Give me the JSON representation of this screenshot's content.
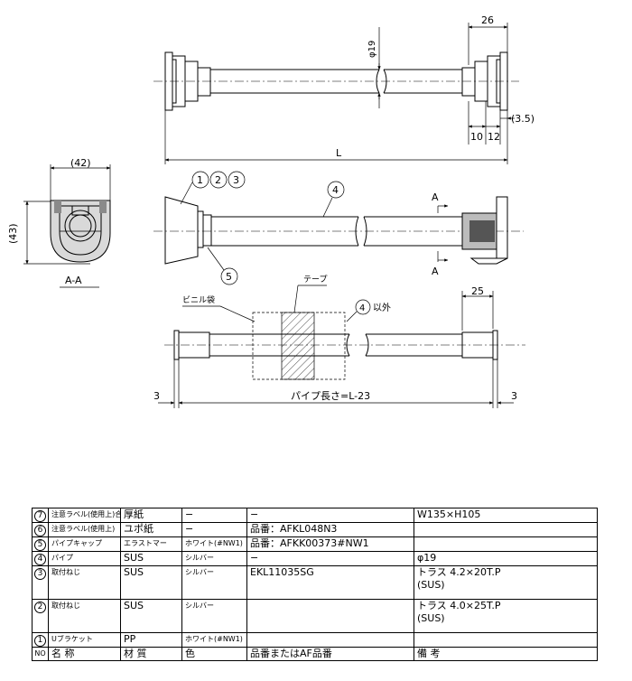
{
  "drawing": {
    "top_view": {
      "dim_diameter": "φ19",
      "dim_width": "26",
      "dim_offset": "(3.5)",
      "dim_a": "10",
      "dim_b": "12",
      "dim_length": "L"
    },
    "section": {
      "dim_width": "(42)",
      "dim_height": "(43)",
      "label": "A-A"
    },
    "front_view": {
      "callout_1": "1",
      "callout_2": "2",
      "callout_3": "3",
      "callout_4": "4",
      "callout_5": "5",
      "section_mark": "A"
    },
    "packed_view": {
      "tape_label": "テープ",
      "vinyl_bag_label": "ビニル袋",
      "except_num": "4",
      "except_label": "以外",
      "dim_end": "25",
      "dim_left": "3",
      "dim_right": "3",
      "pipe_length_label": "パイプ長さ=L-23"
    }
  },
  "parts_table": {
    "header": {
      "no": "NO",
      "name": "名 称",
      "material": "材 質",
      "color": "色",
      "part_number": "品番またはAF品番",
      "remarks": "備 考"
    },
    "rows": [
      {
        "no": "7",
        "name": "注意ラベル(使用上)合紙",
        "material": "厚紙",
        "color": "−",
        "part_number": "−",
        "remarks": "W135×H105"
      },
      {
        "no": "6",
        "name": "注意ラベル(使用上)",
        "material": "ユポ紙",
        "color": "−",
        "part_number": "品番：AFKL048N3",
        "remarks": ""
      },
      {
        "no": "5",
        "name": "パイプキャップ",
        "material": "エラストマー",
        "color": "ホワイト(#NW1)",
        "part_number": "品番：AFKK00373#NW1",
        "remarks": ""
      },
      {
        "no": "4",
        "name": "パイプ",
        "material": "SUS",
        "color": "シルバー",
        "part_number": "−",
        "remarks": "φ19"
      },
      {
        "no": "3",
        "name": "取付ねじ",
        "material": "SUS",
        "color": "シルバー",
        "part_number": "EKL11035SG",
        "remarks_1": "トラス 4.2×20T.P",
        "remarks_2": "(SUS)"
      },
      {
        "no": "2",
        "name": "取付ねじ",
        "material": "SUS",
        "color": "シルバー",
        "part_number": "",
        "remarks_1": "トラス 4.0×25T.P",
        "remarks_2": "(SUS)"
      },
      {
        "no": "1",
        "name": "Uブラケット",
        "material": "PP",
        "color": "ホワイト(#NW1)",
        "part_number": "",
        "remarks": ""
      }
    ]
  }
}
